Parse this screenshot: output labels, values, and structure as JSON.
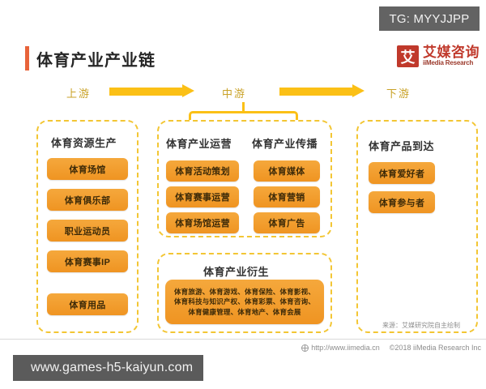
{
  "watermark": {
    "tg_label": "TG: MYYJJPP",
    "site_label": "www.games-h5-kaiyun.com"
  },
  "header": {
    "title": "体育产业产业链",
    "brand_mark": "艾",
    "brand_cn": "艾媒咨询",
    "brand_en": "iiMedia Research",
    "accent_color": "#e8633a",
    "brand_color": "#c0392b"
  },
  "flow": {
    "upstream": "上游",
    "midstream": "中游",
    "downstream": "下游",
    "arrow_color": "#fbc016"
  },
  "panels": {
    "left": {
      "title": "体育资源生产",
      "chips": [
        "体育场馆",
        "体育俱乐部",
        "职业运动员",
        "体育赛事IP",
        "体育用品"
      ]
    },
    "mid_upper": {
      "title_a": "体育产业运营",
      "title_b": "体育产业传播",
      "chips_a": [
        "体育活动策划",
        "体育赛事运营",
        "体育场馆运营"
      ],
      "chips_b": [
        "体育媒体",
        "体育营销",
        "体育广告"
      ]
    },
    "mid_lower": {
      "title": "体育产业衍生",
      "body": "体育旅游、体育游戏、体育保险、体育影视、体育科技与知识产权、体育彩票、体育咨询、体育健康管理、体育地产、体育会展"
    },
    "right": {
      "title": "体育产品到达",
      "chips": [
        "体育爱好者",
        "体育参与者"
      ],
      "source": "来源：艾媒研究院自主绘制"
    }
  },
  "footer": {
    "url": "http://www.iimedia.cn",
    "copyright": "©2018  iiMedia Research  Inc"
  }
}
